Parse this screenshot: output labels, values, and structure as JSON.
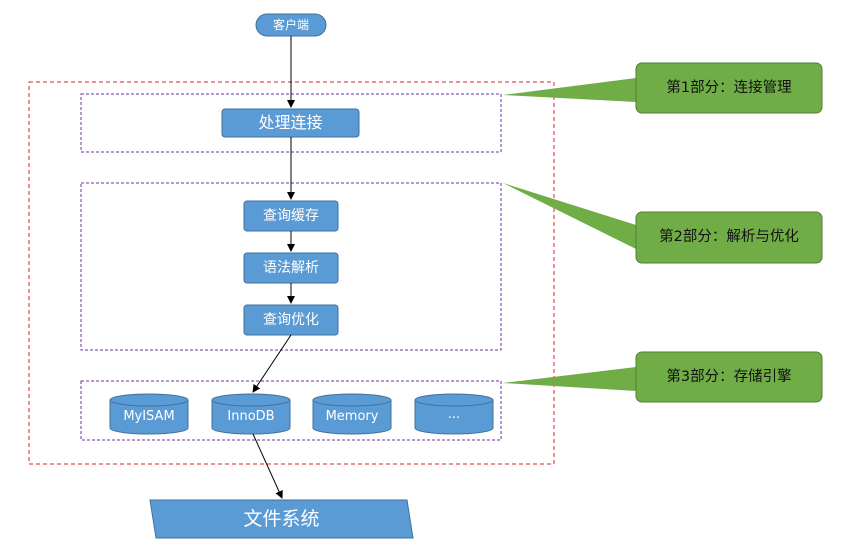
{
  "client": {
    "label": "客户端"
  },
  "connection": {
    "label": "处理连接"
  },
  "parse": {
    "cache_label": "查询缓存",
    "parser_label": "语法解析",
    "optimizer_label": "查询优化"
  },
  "engines": [
    "MyISAM",
    "InnoDB",
    "Memory",
    "..."
  ],
  "filesystem": {
    "label": "文件系统"
  },
  "callouts": [
    {
      "label": "第1部分：连接管理"
    },
    {
      "label": "第2部分：解析与优化"
    },
    {
      "label": "第3部分：存储引擎"
    }
  ],
  "colors": {
    "node_fill": "#5b9bd5",
    "node_stroke": "#41719c",
    "callout_fill": "#70ad47",
    "callout_stroke": "#507e32",
    "outer_border": "#d9232e",
    "inner_border": "#7030a0",
    "arrow": "#000000"
  }
}
